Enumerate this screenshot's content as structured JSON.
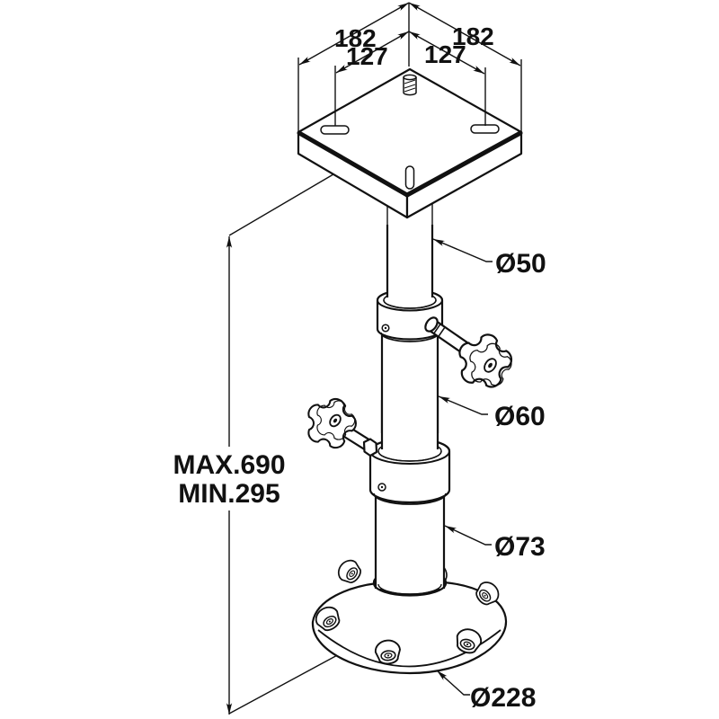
{
  "drawing": {
    "subject": "telescopic-table-pedestal-technical-drawing",
    "background": "#ffffff",
    "line_color": "#111111",
    "labels": {
      "plate_width_left": "182",
      "plate_width_right": "182",
      "slot_spacing_left": "127",
      "slot_spacing_right": "127",
      "height_max": "MAX.690",
      "height_min": "MIN.295",
      "upper_tube_diameter": "Ø50",
      "middle_tube_diameter": "Ø60",
      "lower_tube_diameter": "Ø73",
      "base_diameter": "Ø228"
    }
  }
}
